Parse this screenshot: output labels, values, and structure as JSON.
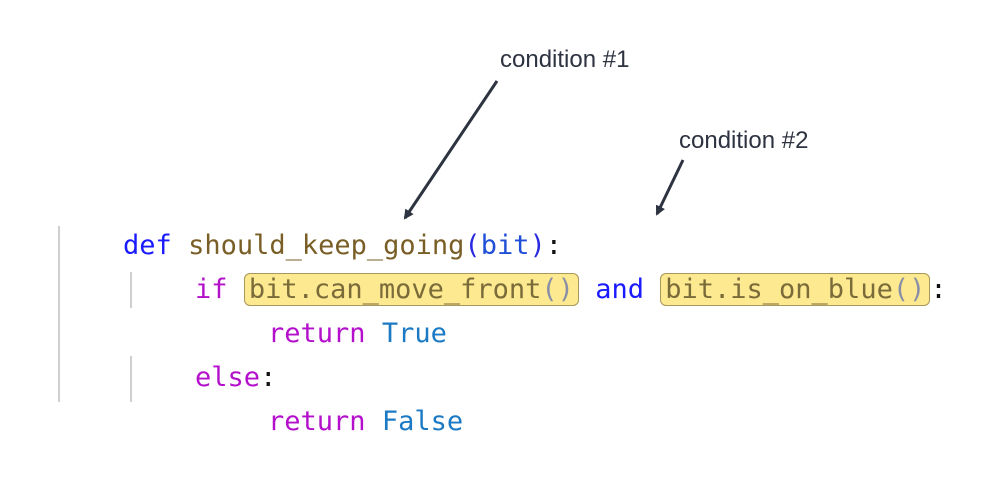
{
  "annotations": [
    {
      "id": "condition-1",
      "text": "condition #1"
    },
    {
      "id": "condition-2",
      "text": "condition #2"
    }
  ],
  "code": {
    "line1": {
      "kw": "def",
      "fn": "should_keep_going",
      "open": "(",
      "param": "bit",
      "close": ")",
      "colon": ":"
    },
    "line2": {
      "kw": "if",
      "cond1": "bit.can_move_front",
      "cond1_parens": "()",
      "op": "and",
      "cond2": "bit.is_on_blue",
      "cond2_parens": "()",
      "colon": ":"
    },
    "line3": {
      "kw": "return",
      "value": "True"
    },
    "line4": {
      "kw": "else",
      "colon": ":"
    },
    "line5": {
      "kw": "return",
      "value": "False"
    }
  },
  "colors": {
    "highlight_fill": "#fde98f",
    "highlight_border": "#a89860",
    "arrow": "#2d3340",
    "keyword_def": "#1a1aff",
    "keyword_control": "#b410cc",
    "function_name": "#795e26",
    "constant": "#1c7ac4"
  }
}
